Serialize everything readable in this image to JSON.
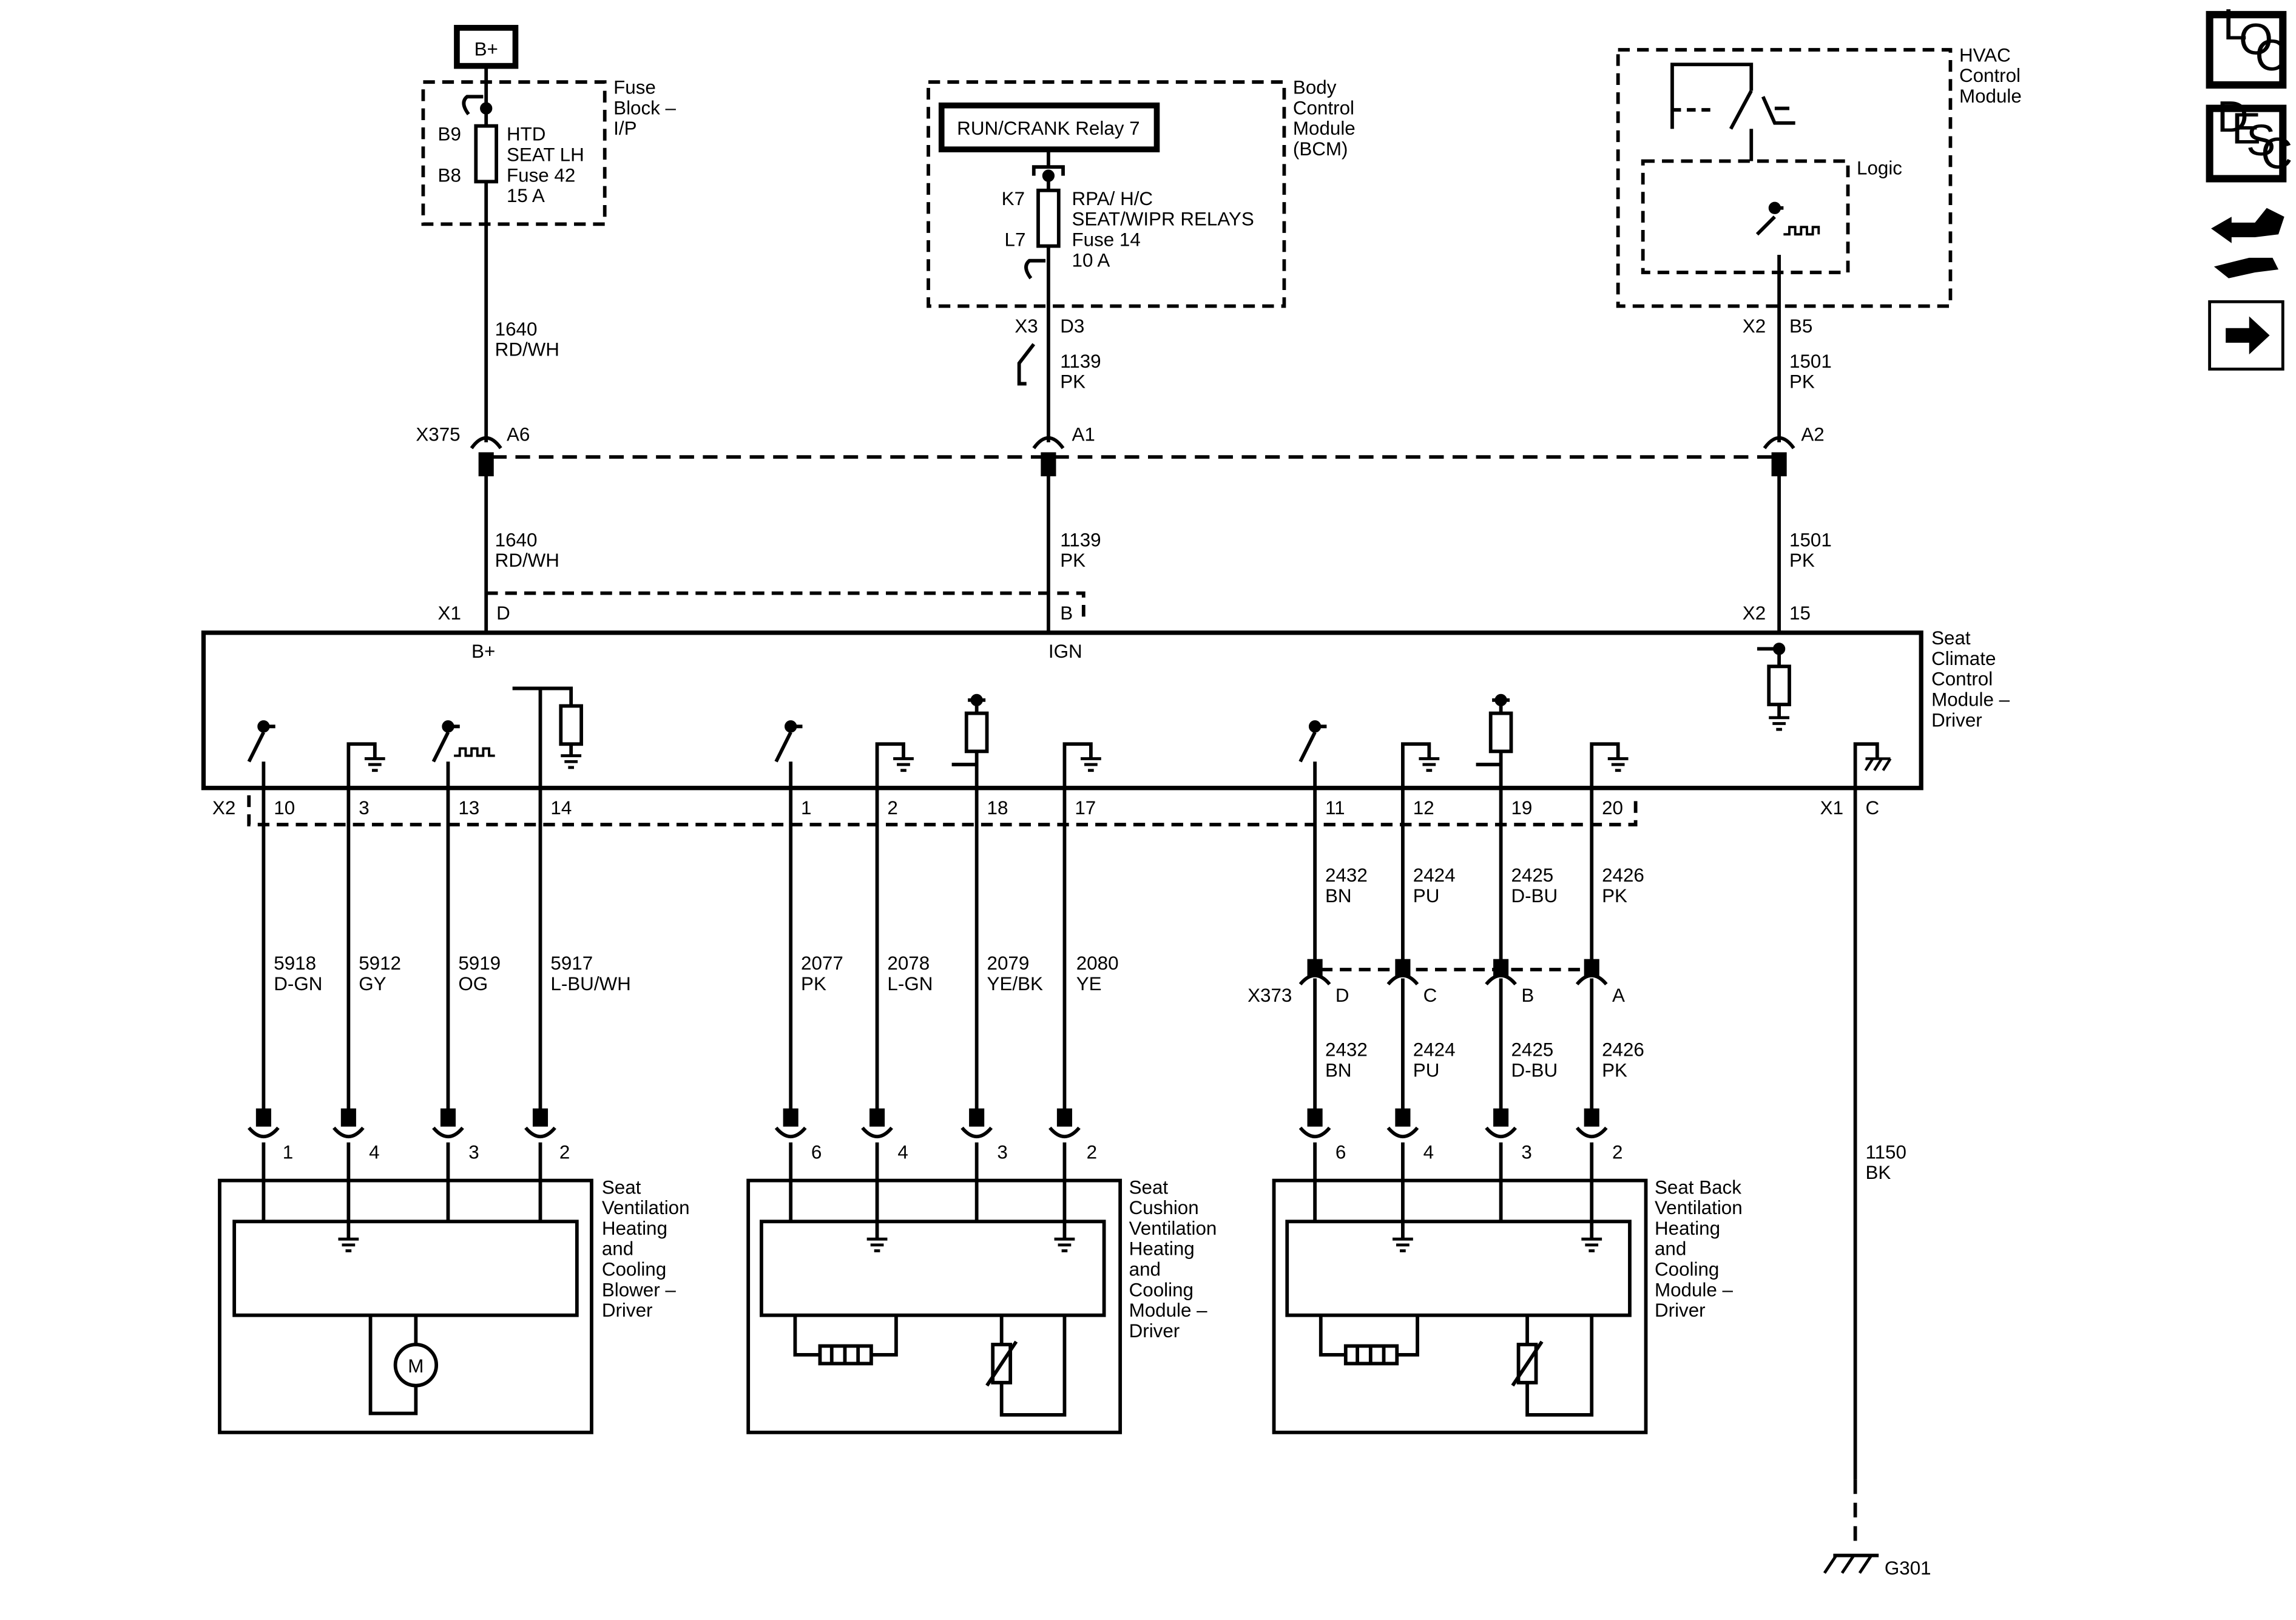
{
  "power_source": "B+",
  "fuse_block": {
    "name": "Fuse Block – I/P",
    "pin_top": "B9",
    "pin_bottom": "B8",
    "fuse": [
      "HTD",
      "SEAT LH",
      "Fuse 42",
      "15 A"
    ]
  },
  "bcm": {
    "name": "Body Control Module (BCM)",
    "relay": "RUN/CRANK Relay 7",
    "pin_top": "K7",
    "pin_bottom": "L7",
    "fuse": [
      "RPA/ H/C",
      "SEAT/WIPR RELAYS",
      "Fuse 14",
      "10 A"
    ],
    "connector": "X3",
    "pin": "D3"
  },
  "hvac": {
    "name": "HVAC Control Module",
    "logic_label": "Logic",
    "connector": "X2",
    "pin": "B5"
  },
  "inline_connector_x375": {
    "name": "X375",
    "pins": [
      "A6",
      "A1",
      "A2"
    ]
  },
  "upper_wires": [
    {
      "circuit": "1640",
      "color": "RD/WH"
    },
    {
      "circuit": "1139",
      "color": "PK"
    },
    {
      "circuit": "1501",
      "color": "PK"
    }
  ],
  "seat_module": {
    "name": "Seat Climate Control Module – Driver",
    "x1_label": "X1",
    "x1_pin_d": "D",
    "x1_pin_b": "B",
    "x2_label": "X2",
    "x2_pin": "15",
    "b_plus": "B+",
    "ign": "IGN",
    "bottom_x2_label": "X2",
    "bottom_x1_label": "X1",
    "bottom_x1_pin": "C",
    "bottom_pins": [
      "10",
      "3",
      "13",
      "14",
      "1",
      "2",
      "18",
      "17",
      "11",
      "12",
      "19",
      "20"
    ]
  },
  "lower_wires": [
    {
      "circuit": "5918",
      "color": "D-GN"
    },
    {
      "circuit": "5912",
      "color": "GY"
    },
    {
      "circuit": "5919",
      "color": "OG"
    },
    {
      "circuit": "5917",
      "color": "L-BU/WH"
    },
    {
      "circuit": "2077",
      "color": "PK"
    },
    {
      "circuit": "2078",
      "color": "L-GN"
    },
    {
      "circuit": "2079",
      "color": "YE/BK"
    },
    {
      "circuit": "2080",
      "color": "YE"
    },
    {
      "circuit": "2432",
      "color": "BN"
    },
    {
      "circuit": "2424",
      "color": "PU"
    },
    {
      "circuit": "2425",
      "color": "D-BU"
    },
    {
      "circuit": "2426",
      "color": "PK"
    }
  ],
  "inline_connector_x373": {
    "name": "X373",
    "pins": [
      "D",
      "C",
      "B",
      "A"
    ]
  },
  "ground_wire": {
    "circuit": "1150",
    "color": "BK"
  },
  "ground_point": "G301",
  "components": [
    {
      "name": "Seat Ventilation Heating and Cooling Blower – Driver",
      "pins": [
        "1",
        "4",
        "3",
        "2"
      ],
      "motor": "M"
    },
    {
      "name": "Seat Cushion Ventilation Heating and Cooling Module – Driver",
      "pins": [
        "6",
        "4",
        "3",
        "2"
      ]
    },
    {
      "name": "Seat Back Ventilation Heating and Cooling Module – Driver",
      "pins": [
        "6",
        "4",
        "3",
        "2"
      ]
    }
  ],
  "nav_icons": [
    "location-icon",
    "description-icon",
    "diagnostic-icon",
    "next-arrow-icon"
  ],
  "nav_loc": [
    "L",
    "O",
    "C"
  ],
  "nav_desc": [
    "D",
    "E",
    "S",
    "C"
  ]
}
